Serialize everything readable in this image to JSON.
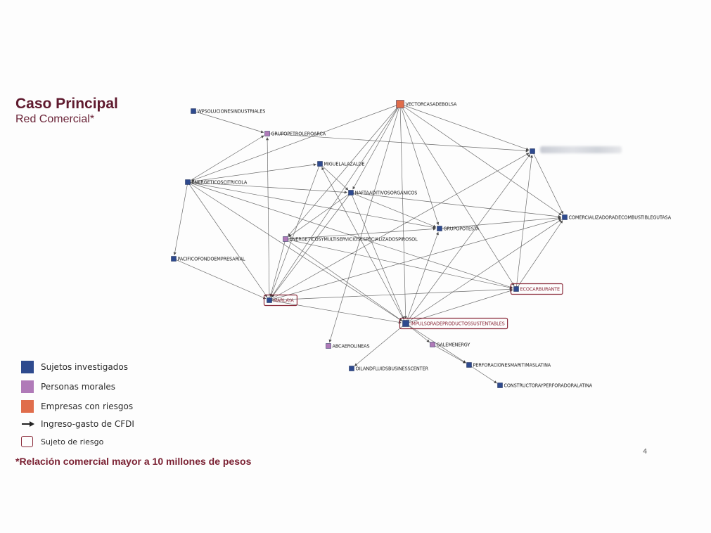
{
  "header": {
    "title": "Caso Principal",
    "subtitle": "Red Comercial*"
  },
  "colors": {
    "investigated": "#2e4a8e",
    "moral": "#b07ab8",
    "risk_company": "#e06d4b",
    "risk_border": "#8a2a3a",
    "edge": "#555555"
  },
  "nodes": [
    {
      "id": "wp",
      "label": "WPSOLUCIONESINDUSTRIALES",
      "kind": "investigated"
    },
    {
      "id": "gpa",
      "label": "GRUPOPETROLEROARCA",
      "kind": "moral"
    },
    {
      "id": "vcb",
      "label": "VECTORCASADEBOLSA",
      "kind": "risk_company"
    },
    {
      "id": "blur",
      "label": "",
      "kind": "investigated",
      "redacted": true
    },
    {
      "id": "mig",
      "label": "MIGUELALAZALDE",
      "kind": "investigated"
    },
    {
      "id": "ecit",
      "label": "ENERGETICOSCITRICOLA",
      "kind": "investigated"
    },
    {
      "id": "naft",
      "label": "NAFTAADITIVOSORGANICOS",
      "kind": "investigated"
    },
    {
      "id": "cct",
      "label": "COMERCIALIZADORADECOMBUSTIBLEGUTASA",
      "kind": "investigated"
    },
    {
      "id": "gpt",
      "label": "GRUPOPOTESTA",
      "kind": "investigated"
    },
    {
      "id": "emsp",
      "label": "ENERGETICOSYMULTISERVICIOSESPECIALIZADOSPIROSOL",
      "kind": "moral"
    },
    {
      "id": "pfe",
      "label": "PACIFICOFONDOEMPRESARIAL",
      "kind": "investigated"
    },
    {
      "id": "eco",
      "label": "ECOCARBURANTE",
      "kind": "investigated",
      "risk": true
    },
    {
      "id": "mar",
      "label": "MARLAYA",
      "kind": "investigated",
      "risk": true
    },
    {
      "id": "imp",
      "label": "IMPULSORADEPRODUCTOSSUSTENTABLES",
      "kind": "investigated",
      "risk": true
    },
    {
      "id": "abc",
      "label": "ABCAEROLINEAS",
      "kind": "moral"
    },
    {
      "id": "gal",
      "label": "GALEMENERGY",
      "kind": "moral"
    },
    {
      "id": "oil",
      "label": "OILANDFLUIDSBUSINESSCENTER",
      "kind": "investigated"
    },
    {
      "id": "pml",
      "label": "PERFORACIONESMARITIMASLATINA",
      "kind": "investigated"
    },
    {
      "id": "cpl",
      "label": "CONSTRUCTORAYPERFORADORALATINA",
      "kind": "investigated"
    }
  ],
  "edges": [
    [
      "wp",
      "gpa"
    ],
    [
      "gpa",
      "blur"
    ],
    [
      "ecit",
      "gpa"
    ],
    [
      "vcb",
      "ecit"
    ],
    [
      "vcb",
      "blur"
    ],
    [
      "vcb",
      "cct"
    ],
    [
      "vcb",
      "naft"
    ],
    [
      "vcb",
      "gpt"
    ],
    [
      "vcb",
      "emsp"
    ],
    [
      "vcb",
      "mar"
    ],
    [
      "vcb",
      "imp"
    ],
    [
      "vcb",
      "eco"
    ],
    [
      "vcb",
      "abc"
    ],
    [
      "ecit",
      "mig"
    ],
    [
      "ecit",
      "naft"
    ],
    [
      "ecit",
      "gpt"
    ],
    [
      "ecit",
      "pfe"
    ],
    [
      "ecit",
      "mar"
    ],
    [
      "ecit",
      "imp"
    ],
    [
      "naft",
      "gpt"
    ],
    [
      "naft",
      "emsp"
    ],
    [
      "naft",
      "cct"
    ],
    [
      "naft",
      "mar"
    ],
    [
      "naft",
      "imp"
    ],
    [
      "mig",
      "mar"
    ],
    [
      "mig",
      "naft"
    ],
    [
      "emsp",
      "eco"
    ],
    [
      "emsp",
      "mar"
    ],
    [
      "emsp",
      "imp"
    ],
    [
      "gpt",
      "cct"
    ],
    [
      "mar",
      "eco"
    ],
    [
      "mar",
      "cct"
    ],
    [
      "mar",
      "blur"
    ],
    [
      "mar",
      "imp"
    ],
    [
      "mar",
      "gpa"
    ],
    [
      "pfe",
      "mar"
    ],
    [
      "imp",
      "eco"
    ],
    [
      "imp",
      "cct"
    ],
    [
      "imp",
      "blur"
    ],
    [
      "imp",
      "gal"
    ],
    [
      "imp",
      "oil"
    ],
    [
      "imp",
      "pml"
    ],
    [
      "gal",
      "pml"
    ],
    [
      "pml",
      "cpl"
    ],
    [
      "eco",
      "cct"
    ],
    [
      "blur",
      "cct"
    ],
    [
      "eco",
      "blur"
    ],
    [
      "imp",
      "gpt"
    ],
    [
      "imp",
      "mig"
    ],
    [
      "ecit",
      "eco"
    ],
    [
      "emsp",
      "gpt"
    ]
  ],
  "legend": [
    {
      "key": "investigated",
      "label": "Sujetos investigados"
    },
    {
      "key": "moral",
      "label": "Personas morales"
    },
    {
      "key": "risk_company",
      "label": "Empresas con riesgos"
    },
    {
      "key": "arrow",
      "label": "Ingreso-gasto de CFDI"
    },
    {
      "key": "risk_border",
      "label": "Sujeto de riesgo"
    }
  ],
  "footnote": "*Relación comercial mayor a 10 millones de pesos",
  "page_number": "4"
}
